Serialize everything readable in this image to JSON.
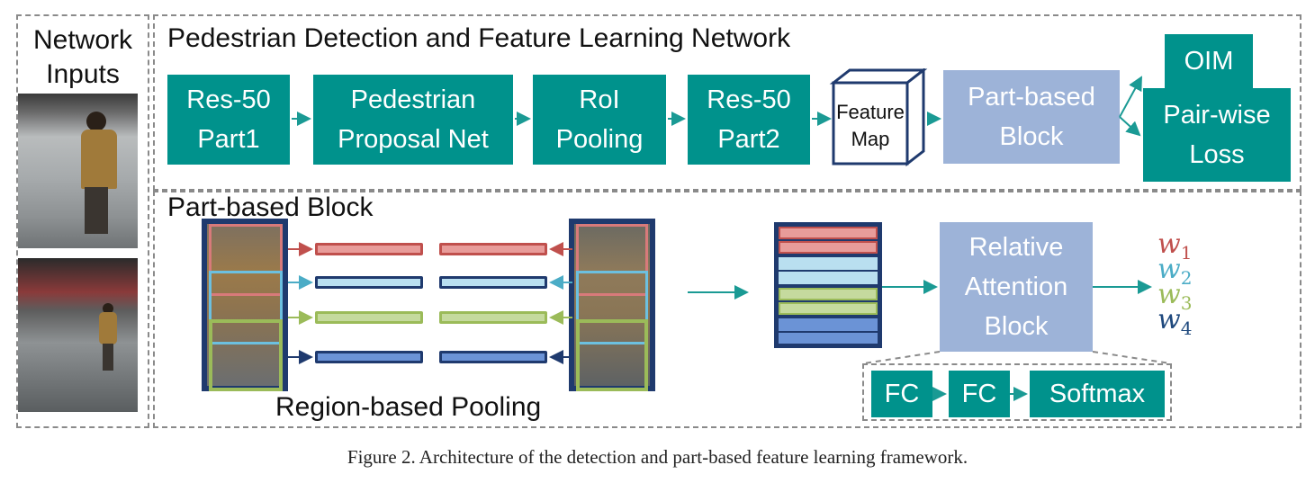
{
  "inputs": {
    "title": "Network\nInputs"
  },
  "pipeline": {
    "title": "Pedestrian Detection and Feature Learning Network",
    "res50_part1": "Res-50\nPart1",
    "proposal_net": "Pedestrian\nProposal Net",
    "roi_pooling": "RoI\nPooling",
    "res50_part2": "Res-50\nPart2",
    "feature_map": "Feature\nMap",
    "part_block": "Part-based\nBlock",
    "oim": "OIM",
    "pairwise_loss": "Pair-wise\nLoss"
  },
  "part_block": {
    "title": "Part-based Block",
    "pooling_label": "Region-based Pooling",
    "attention_block": "Relative\nAttention\nBlock",
    "fc1": "FC",
    "fc2": "FC",
    "softmax": "Softmax",
    "weights": [
      {
        "symbol": "w",
        "index": "1",
        "color": "#c0504d"
      },
      {
        "symbol": "w",
        "index": "2",
        "color": "#4bacc6"
      },
      {
        "symbol": "w",
        "index": "3",
        "color": "#9bbb59"
      },
      {
        "symbol": "w",
        "index": "4",
        "color": "#1f497d"
      }
    ]
  },
  "colors": {
    "teal": "#00928c",
    "lavender": "#9db3d8",
    "part_red": "#c0504d",
    "part_light_blue": "#4bacc6",
    "part_green": "#9bbb59",
    "part_dark_blue": "#1f497d"
  },
  "caption": "Figure 2. Architecture of the detection and part-based feature learning framework."
}
